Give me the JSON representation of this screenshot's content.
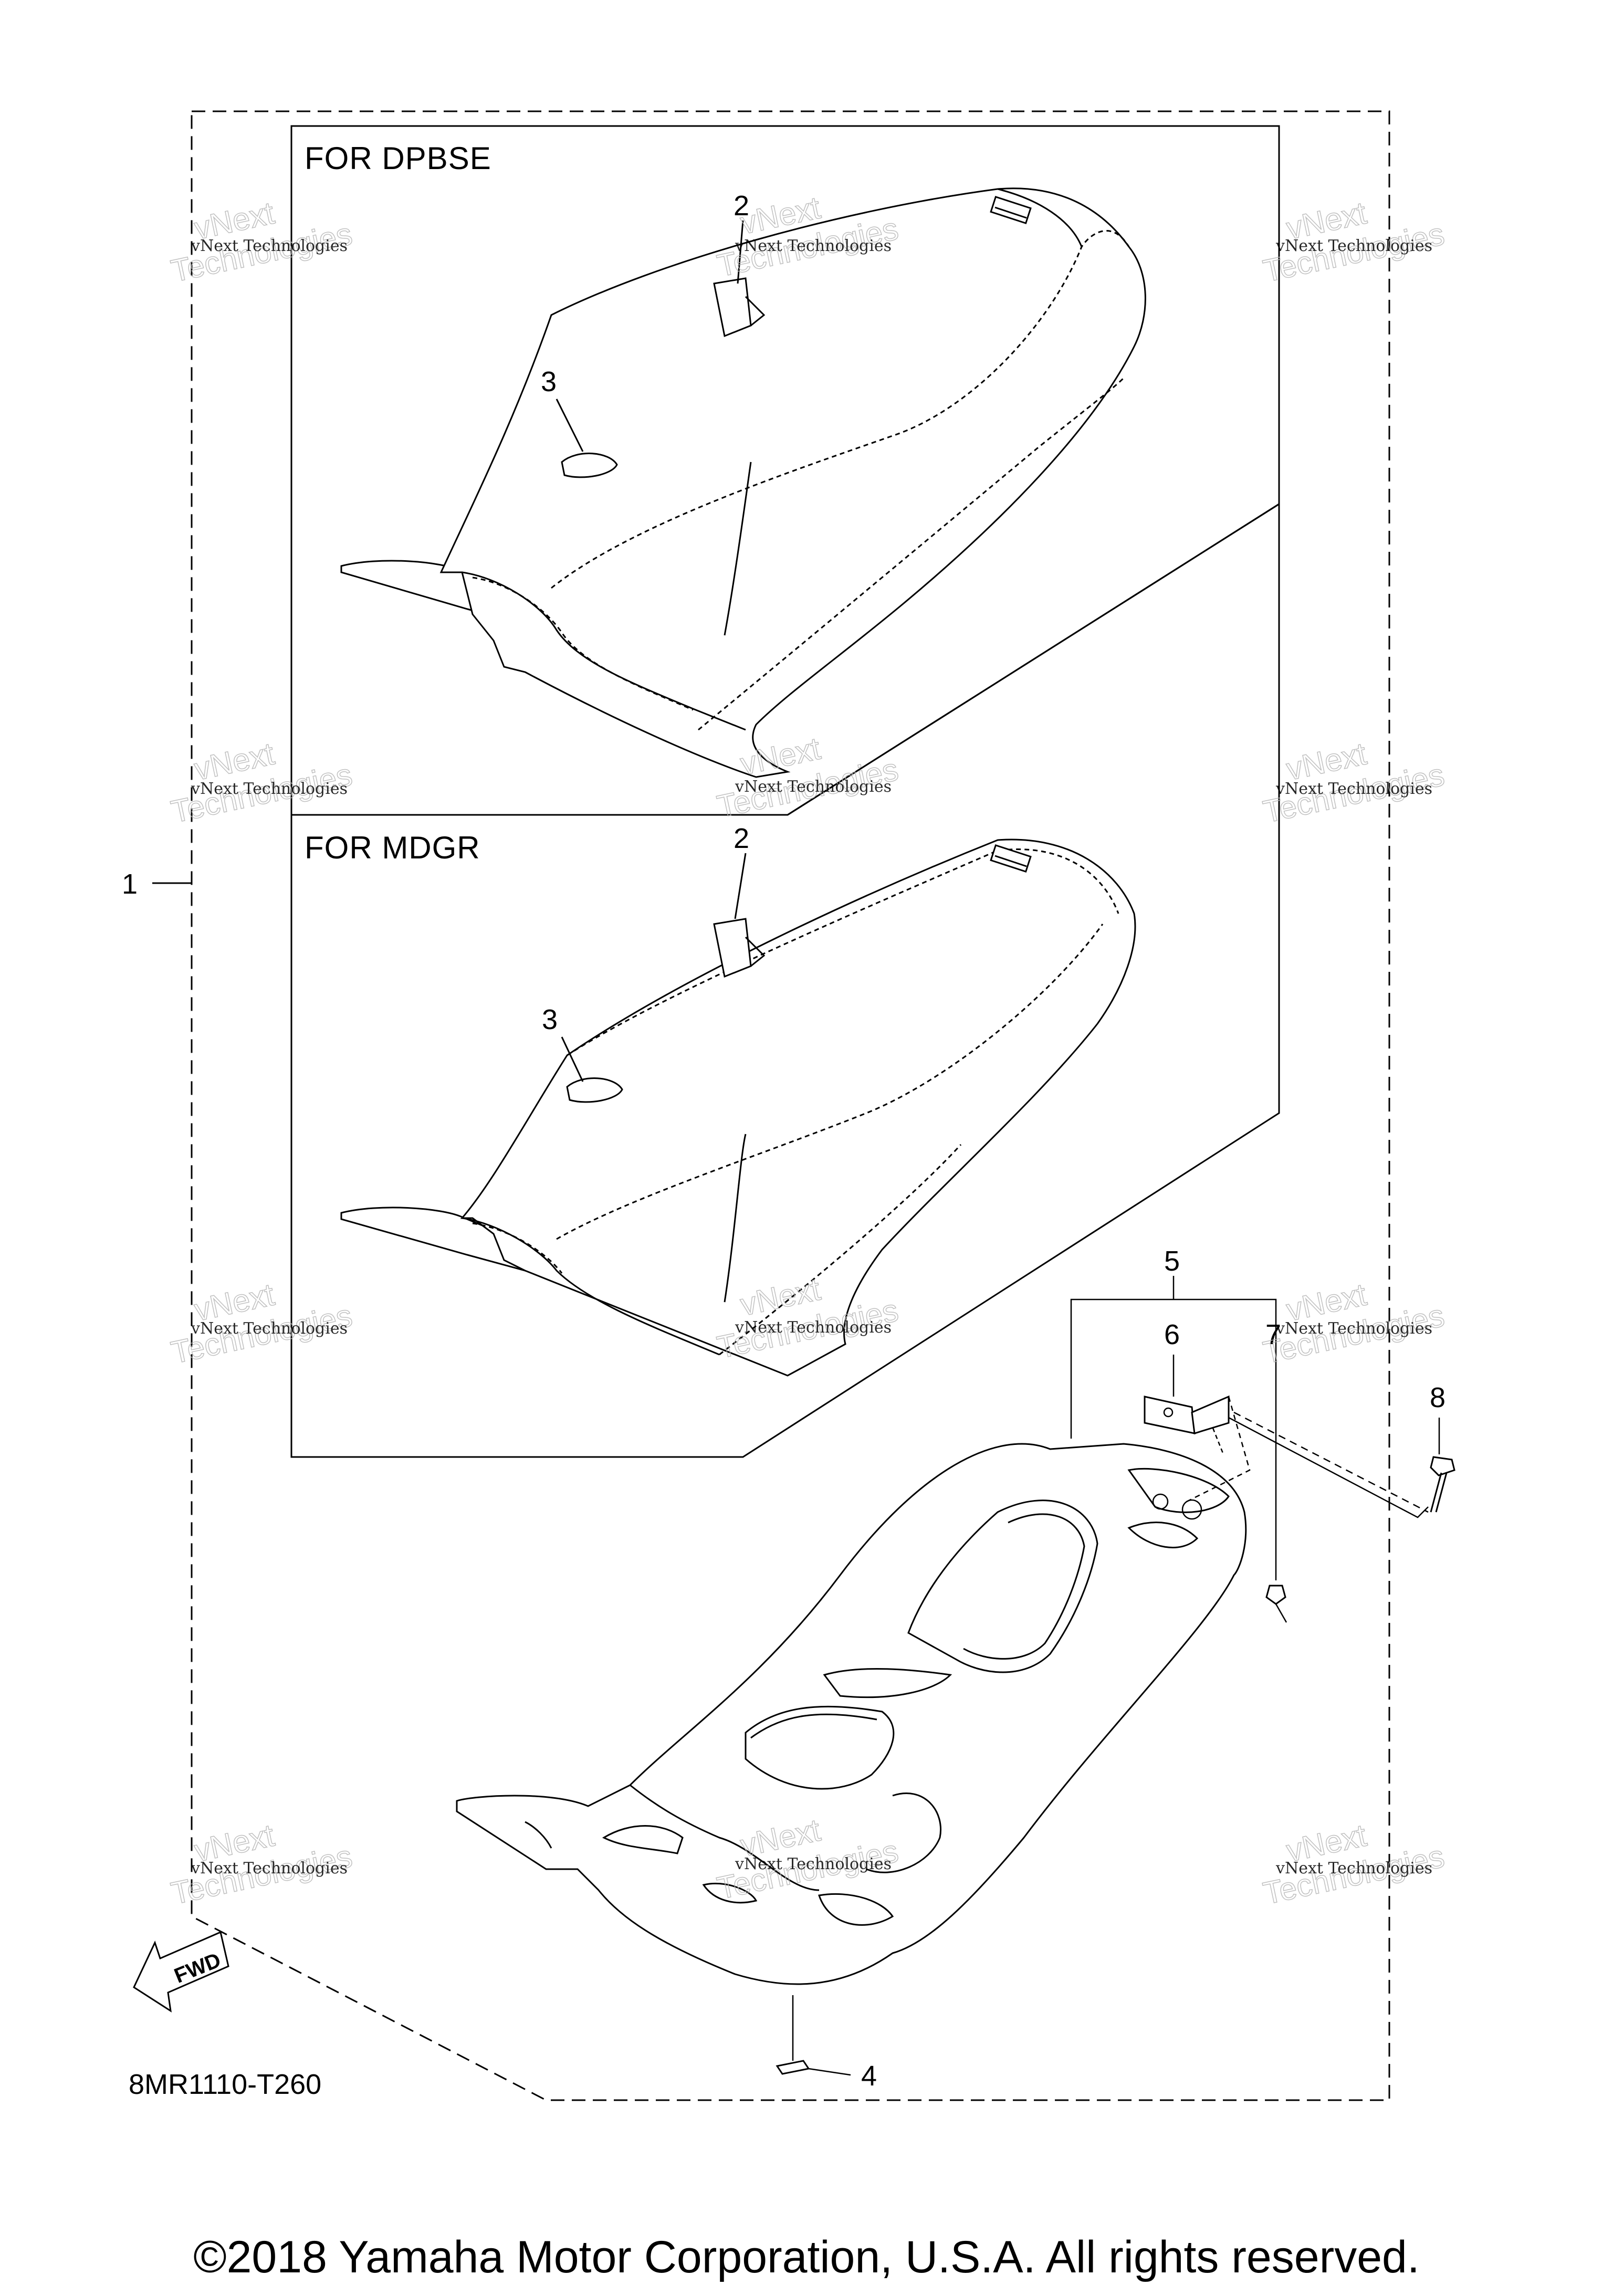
{
  "sections": [
    {
      "id": "dpbse",
      "title": "FOR DPBSE"
    },
    {
      "id": "mdgr",
      "title": "FOR MDGR"
    }
  ],
  "callouts": {
    "c1": "1",
    "c2a": "2",
    "c3a": "3",
    "c2b": "2",
    "c3b": "3",
    "c4": "4",
    "c5": "5",
    "c6": "6",
    "c7": "7",
    "c8": "8"
  },
  "direction_label": "FWD",
  "diagram_code": "8MR1110-T260",
  "watermark": {
    "line1": "vNext Technologies",
    "line2": "vNext",
    "line3": "Technologies"
  },
  "copyright": "©2018 Yamaha Motor Corporation, U.S.A. All rights reserved."
}
